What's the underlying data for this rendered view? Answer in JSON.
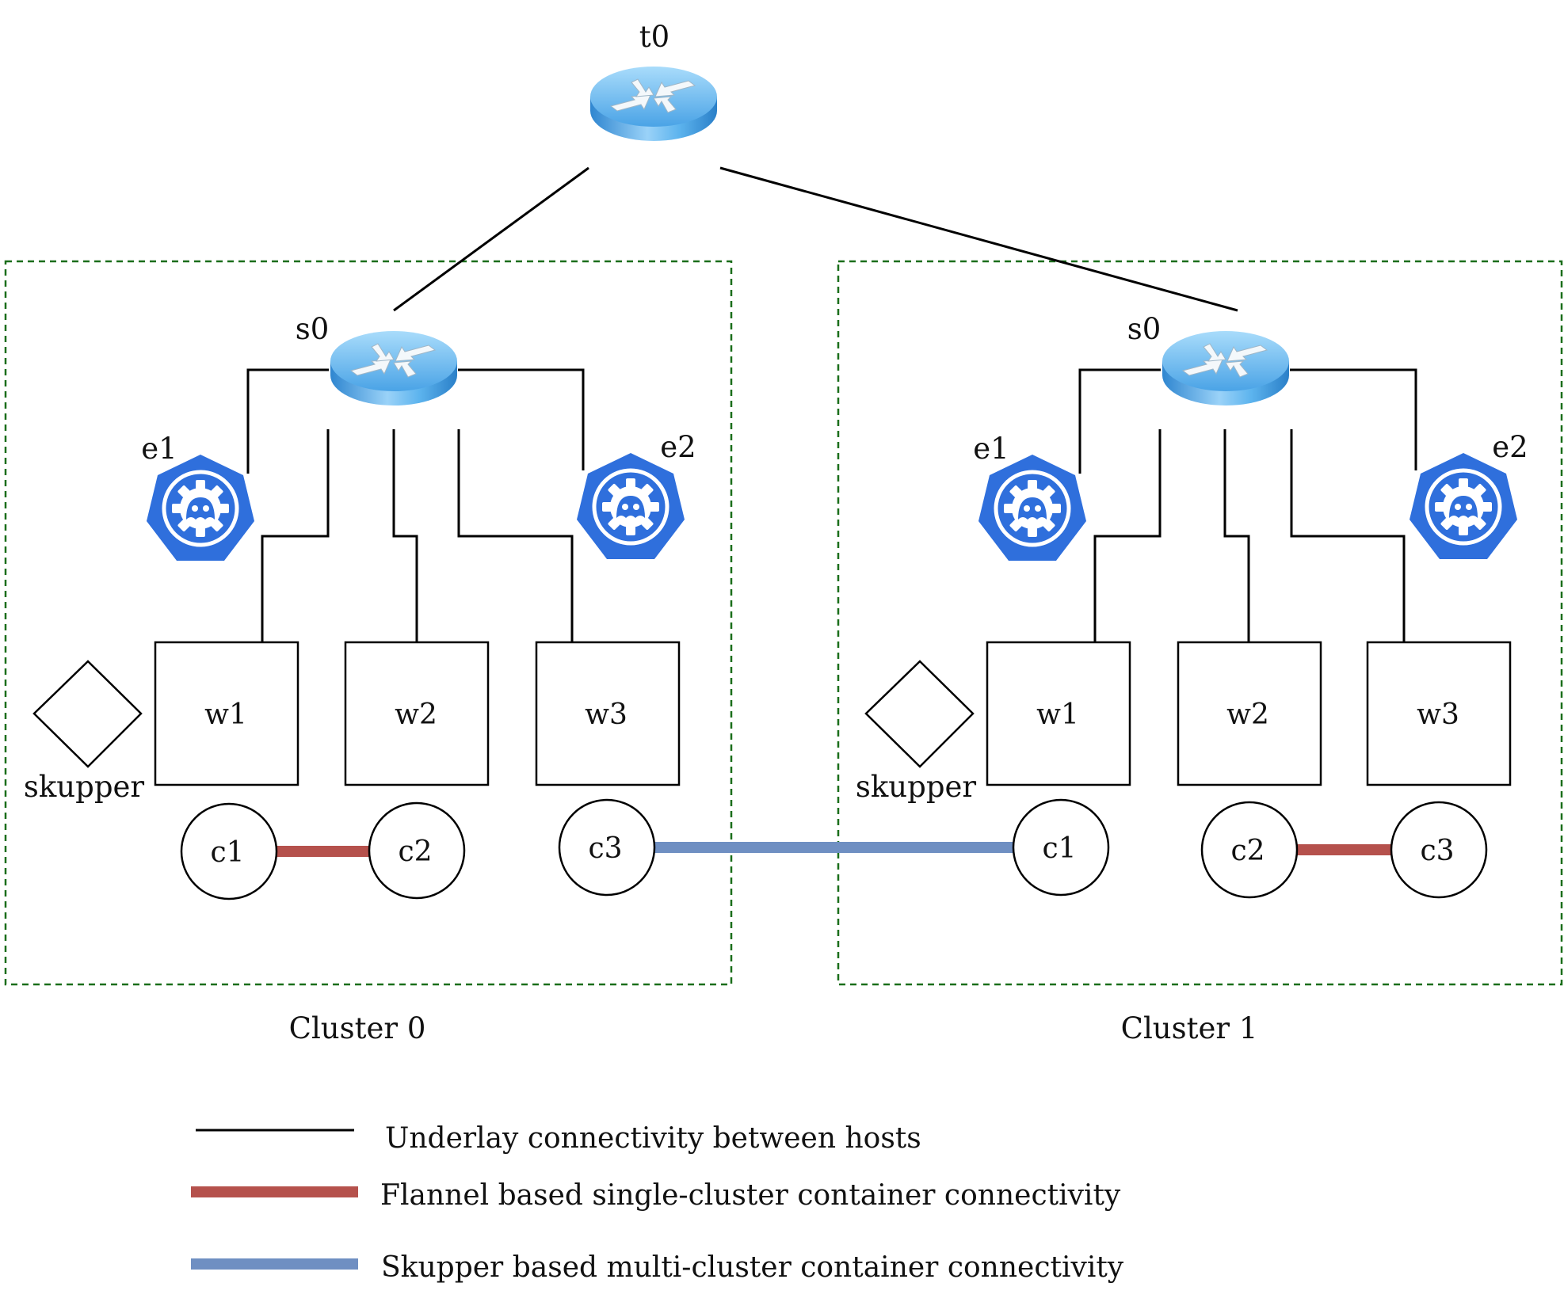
{
  "colors": {
    "underlay": "#000000",
    "flannel": "#b5514c",
    "skupper": "#6f8fc2",
    "cluster_border": "#1a6e1a",
    "router": "#5aaee8",
    "k8s": "#2f6fdc"
  },
  "icons": {
    "router": "router-icon",
    "etcd": "kubernetes-etcd-icon",
    "skupper": "diamond-shape",
    "worker": "square-shape",
    "container": "circle-shape"
  },
  "top_router": {
    "label": "t0"
  },
  "clusters": [
    {
      "name": "Cluster 0",
      "switch": "s0",
      "etcd": [
        "e1",
        "e2"
      ],
      "skupper": "skupper",
      "workers": [
        "w1",
        "w2",
        "w3"
      ],
      "containers": [
        "c1",
        "c2",
        "c3"
      ]
    },
    {
      "name": "Cluster 1",
      "switch": "s0",
      "etcd": [
        "e1",
        "e2"
      ],
      "skupper": "skupper",
      "workers": [
        "w1",
        "w2",
        "w3"
      ],
      "containers": [
        "c1",
        "c2",
        "c3"
      ]
    }
  ],
  "links": {
    "flannel": [
      {
        "cluster": "Cluster 0",
        "from": "c1",
        "to": "c2"
      },
      {
        "cluster": "Cluster 1",
        "from": "c2",
        "to": "c3"
      }
    ],
    "skupper": [
      {
        "from": "Cluster 0 c3",
        "to": "Cluster 1 c1"
      }
    ]
  },
  "legend": [
    {
      "style": "underlay",
      "text": "Underlay connectivity between hosts"
    },
    {
      "style": "flannel",
      "text": "Flannel based single-cluster container connectivity"
    },
    {
      "style": "skupper",
      "text": "Skupper based multi-cluster container connectivity"
    }
  ]
}
